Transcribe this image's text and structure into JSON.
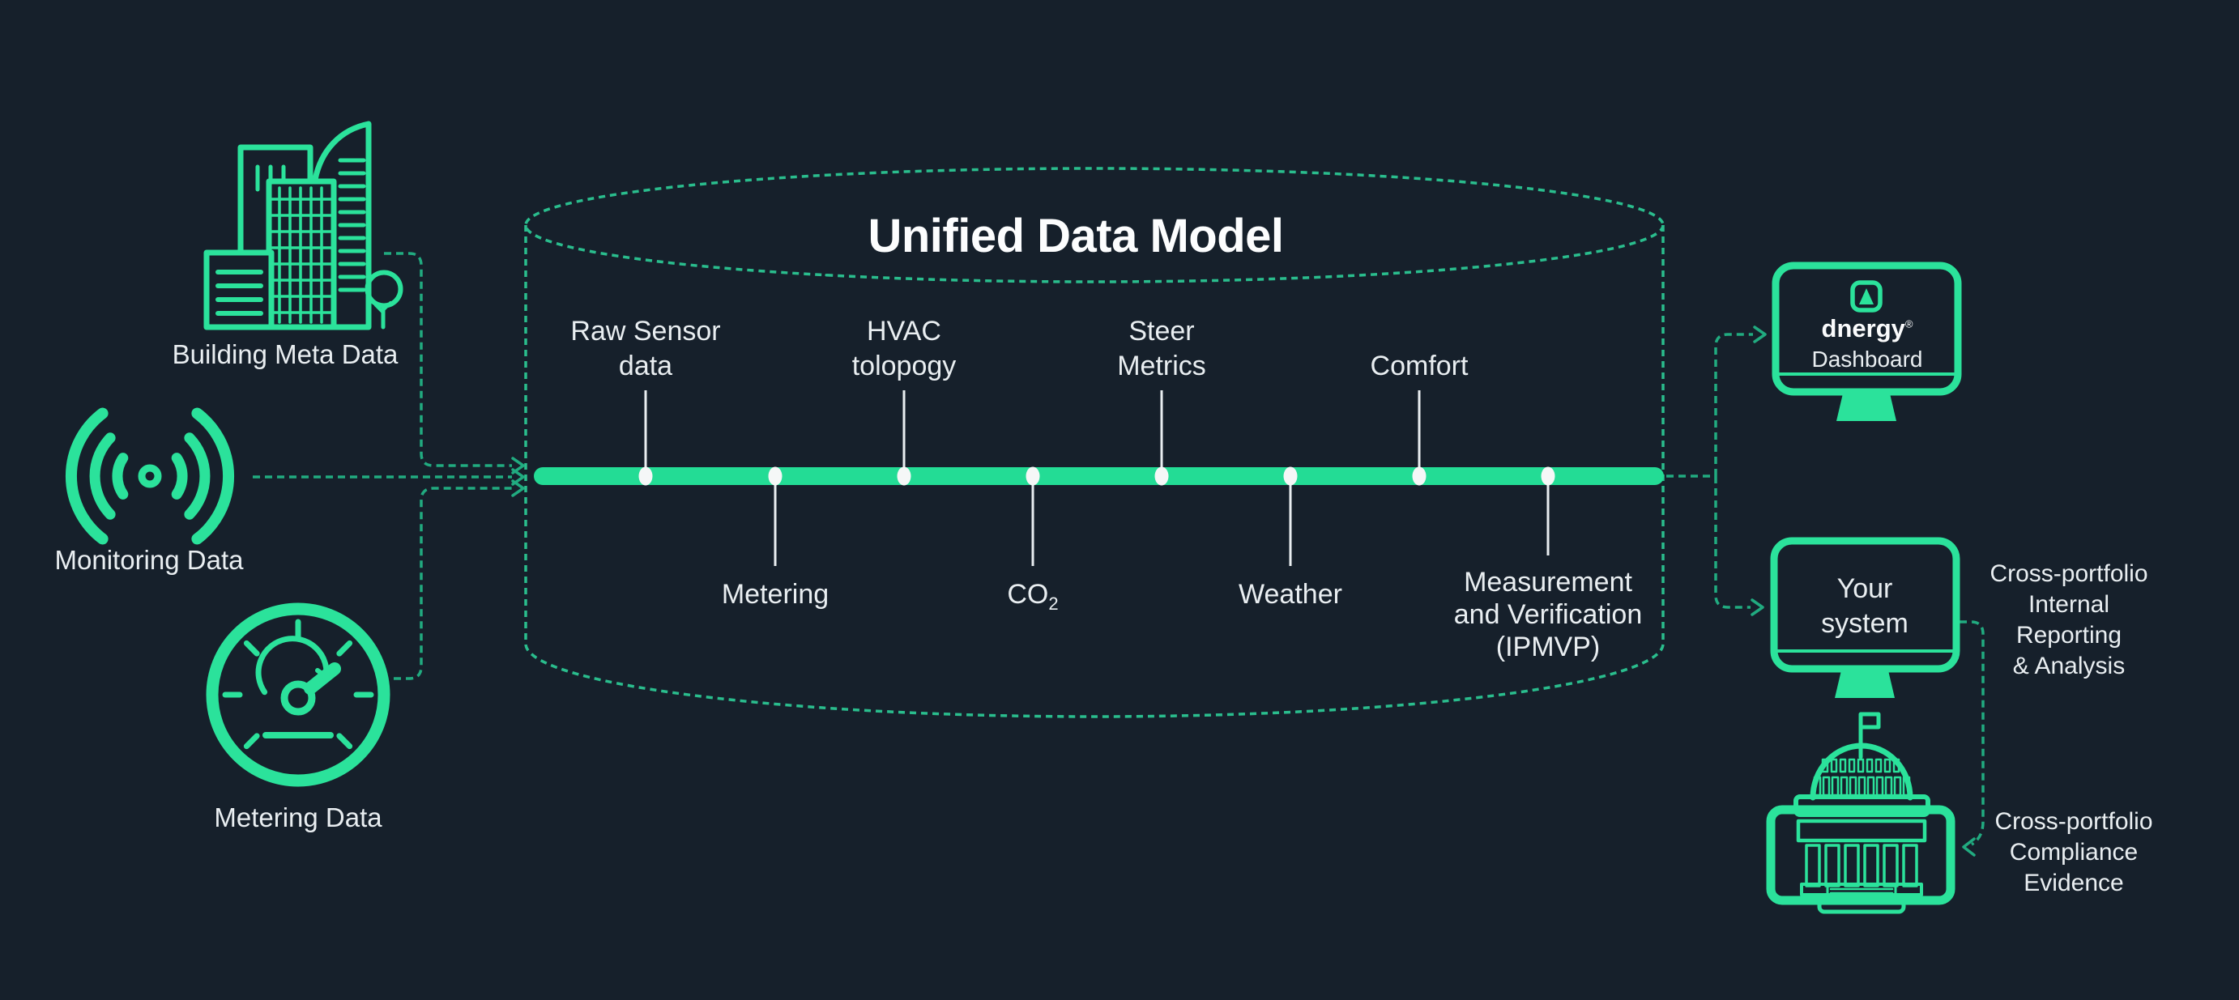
{
  "colors": {
    "background": "#16202B",
    "accent_green": "#2BE29B",
    "bar_green": "#23DC95",
    "dash_green": "#21AB80",
    "white": "#F5F7F7"
  },
  "sources": [
    {
      "icon": "building-icon",
      "label": "Building Meta Data"
    },
    {
      "icon": "monitoring-waves-icon",
      "label": "Monitoring Data"
    },
    {
      "icon": "gauge-icon",
      "label": "Metering Data"
    }
  ],
  "cylinder": {
    "title": "Unified Data Model"
  },
  "timeline": {
    "above": [
      {
        "lines": [
          "Raw Sensor",
          "data"
        ]
      },
      {
        "lines": [
          "HVAC",
          "tolopogy"
        ]
      },
      {
        "lines": [
          "Steer",
          "Metrics"
        ]
      },
      {
        "lines": [
          "Comfort"
        ]
      }
    ],
    "below": [
      {
        "lines": [
          "Metering"
        ]
      },
      {
        "main": "CO",
        "sub": "2"
      },
      {
        "lines": [
          "Weather"
        ]
      },
      {
        "lines": [
          "Measurement",
          "and Verification",
          "(IPMVP)"
        ]
      }
    ]
  },
  "outputs": {
    "dashboard": {
      "icon": "monitor-icon",
      "logo": "dnergy-logo-icon",
      "brand": "dnergy",
      "mark": "®",
      "label": "Dashboard"
    },
    "your_system": {
      "icon": "monitor-icon",
      "lines": [
        "Your",
        "system"
      ]
    },
    "government": {
      "icon": "capitol-building-icon"
    },
    "reporting_note": {
      "lines": [
        "Cross-portfolio",
        "Internal",
        "Reporting",
        "& Analysis"
      ]
    },
    "compliance_note": {
      "lines": [
        "Cross-portfolio",
        "Compliance",
        "Evidence"
      ]
    }
  }
}
